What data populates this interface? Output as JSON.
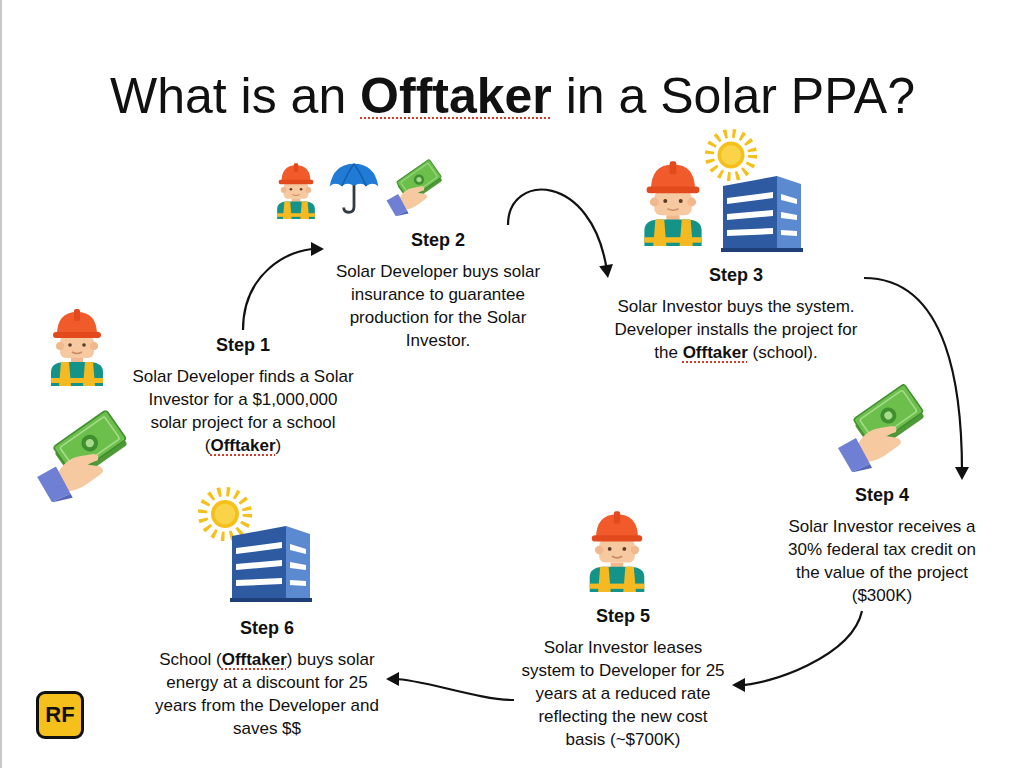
{
  "diagram": {
    "title": "What is an Offtaker in a Solar PPA?",
    "nodes": [
      {
        "text": [
          "Step 1",
          "Solar Developer finds a Solar Investor for a $1,000,000 solar project for a school (Offtaker)"
        ]
      },
      {
        "text": [
          "Step 2",
          "Solar Developer buys solar insurance to guarantee production for the Solar Investor."
        ]
      },
      {
        "text": [
          "Step 3",
          "Solar Investor buys the system. Developer installs the project for the Offtaker (school)."
        ]
      },
      {
        "text": [
          "Step 4",
          "Solar Investor receives a 30% federal tax credit on the value of the project ($300K)"
        ]
      },
      {
        "text": [
          "Step 5",
          "Solar Investor leases system to Developer for 25 years at a reduced rate reflecting the new cost basis (~$700K)"
        ]
      },
      {
        "text": [
          "Step 6",
          "School (Offtaker) buys solar energy at a discount for 25 years from the Developer and saves $$"
        ]
      }
    ],
    "edges": [
      {
        "from": 0,
        "to": 1,
        "arrow": "to"
      },
      {
        "from": 1,
        "to": 2,
        "arrow": "to"
      },
      {
        "from": 2,
        "to": 3,
        "arrow": "to"
      },
      {
        "from": 3,
        "to": 4,
        "arrow": "to"
      },
      {
        "from": 4,
        "to": 5,
        "arrow": "to"
      }
    ],
    "labels": [
      "RF"
    ]
  }
}
